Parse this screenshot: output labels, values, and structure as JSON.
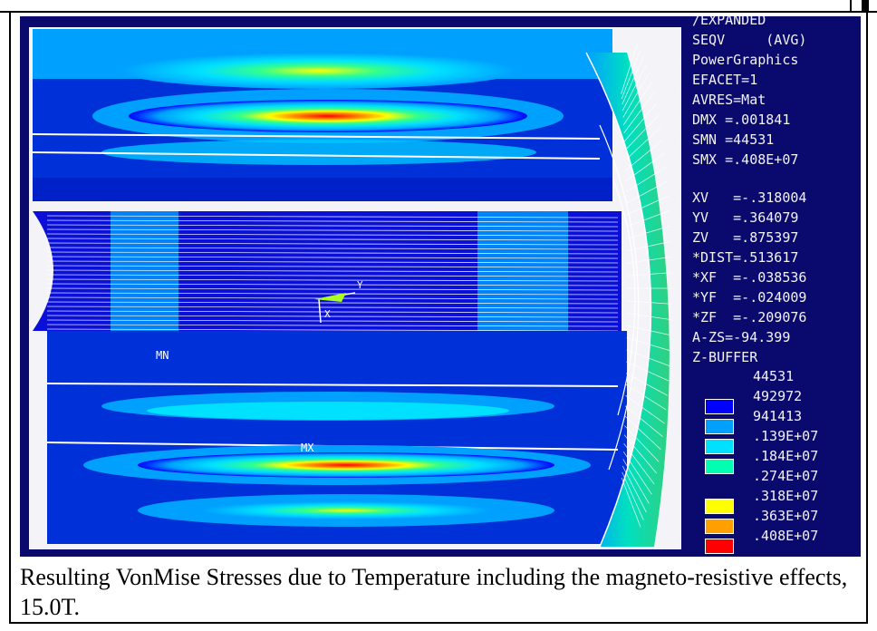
{
  "plot": {
    "marker_min": "MN",
    "marker_max": "MX",
    "axis_x_label": "X",
    "axis_y_label": "Y"
  },
  "legend": {
    "header_lines": [
      "/EXPANDED",
      "SEQV     (AVG)",
      "PowerGraphics",
      "EFACET=1",
      "AVRES=Mat",
      "DMX =.001841",
      "SMN =44531",
      "SMX =.408E+07"
    ],
    "view_lines": [
      "XV   =-.318004",
      "YV   =.364079",
      "ZV   =.875397",
      "*DIST=.513617",
      "*XF  =-.038536",
      "*YF  =-.024009",
      "*ZF  =-.209076",
      "A-ZS=-94.399",
      "Z-BUFFER"
    ],
    "contours": [
      {
        "value": "44531",
        "color": ""
      },
      {
        "value": "492972",
        "color": "#0000ff"
      },
      {
        "value": "941413",
        "color": "#00a0ff"
      },
      {
        "value": ".139E+07",
        "color": "#00e0ff"
      },
      {
        "value": ".184E+07",
        "color": "#00ffb0"
      },
      {
        "value": ".274E+07",
        "color": ""
      },
      {
        "value": ".318E+07",
        "color": "#ffff00"
      },
      {
        "value": ".363E+07",
        "color": "#ffa000"
      },
      {
        "value": ".408E+07",
        "color": "#ff0000"
      }
    ]
  },
  "caption": "Resulting VonMise Stresses due to Temperature including the magneto-resistive effects, 15.0T."
}
